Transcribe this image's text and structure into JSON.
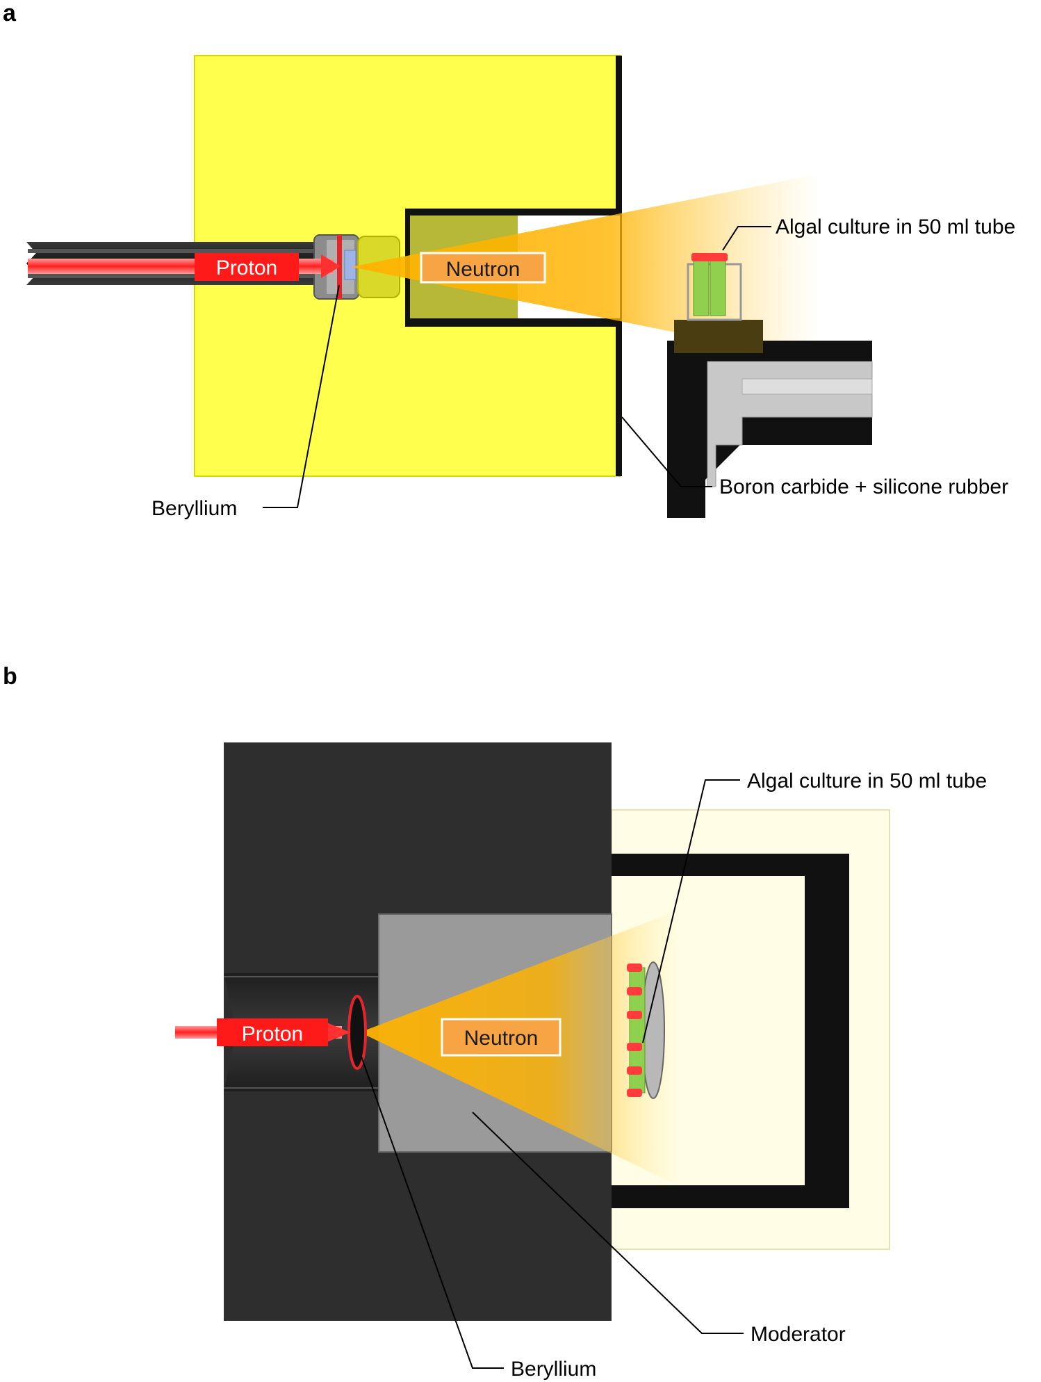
{
  "panels": [
    {
      "letter": "a",
      "labels": {
        "proton": "Proton",
        "neutron": "Neutron",
        "algal": "Algal culture in 50 ml tube",
        "boron": "Boron carbide + silicone rubber",
        "beryllium": "Beryllium"
      }
    },
    {
      "letter": "b",
      "labels": {
        "proton": "Proton",
        "neutron": "Neutron",
        "algal": "Algal culture in 50 ml tube",
        "moderator": "Moderator",
        "beryllium": "Beryllium"
      }
    }
  ],
  "colors": {
    "shield_yellow": "#ffff4d",
    "proton_red": "#ff1a1a",
    "neutron_orange": "#ffb300",
    "neutron_label_fill": "#f7a444",
    "dark_block": "#2e2e2e",
    "moderator_gray": "#9a9a9a",
    "cream": "#fffde6",
    "algae_green": "#8fd14f"
  }
}
